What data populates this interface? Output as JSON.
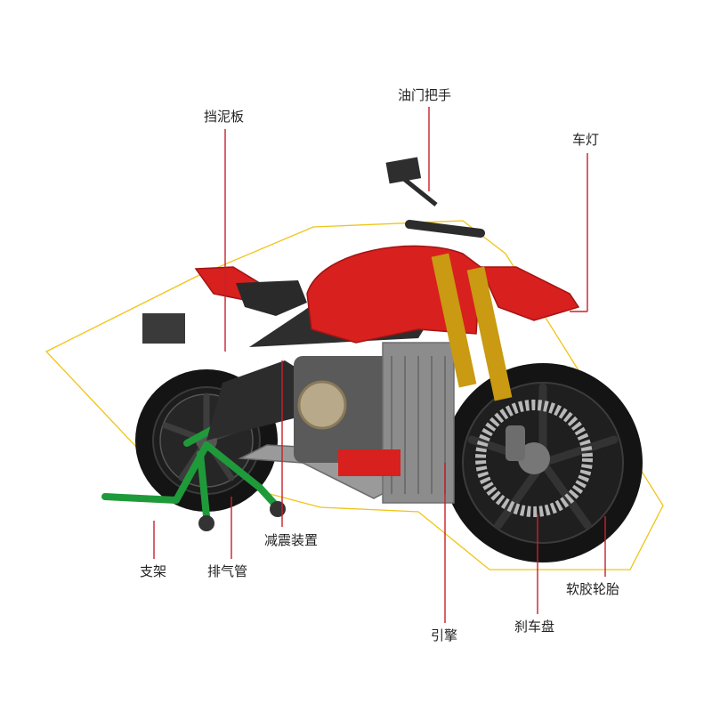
{
  "colors": {
    "leader": "#c8202c",
    "outline": "#f0c419",
    "body_red": "#d8201e",
    "fork_gold": "#c99a12",
    "stand_green": "#1f9a3a",
    "tire": "#141414",
    "frame_dark": "#2c2c2c",
    "engine_grey": "#8c8c8c"
  },
  "labels": {
    "fender": "挡泥板",
    "throttle": "油门把手",
    "headlight": "车灯",
    "suspension": "减震装置",
    "stand": "支架",
    "exhaust": "排气管",
    "tire": "软胶轮胎",
    "brake_disc": "刹车盘",
    "engine": "引擎"
  }
}
